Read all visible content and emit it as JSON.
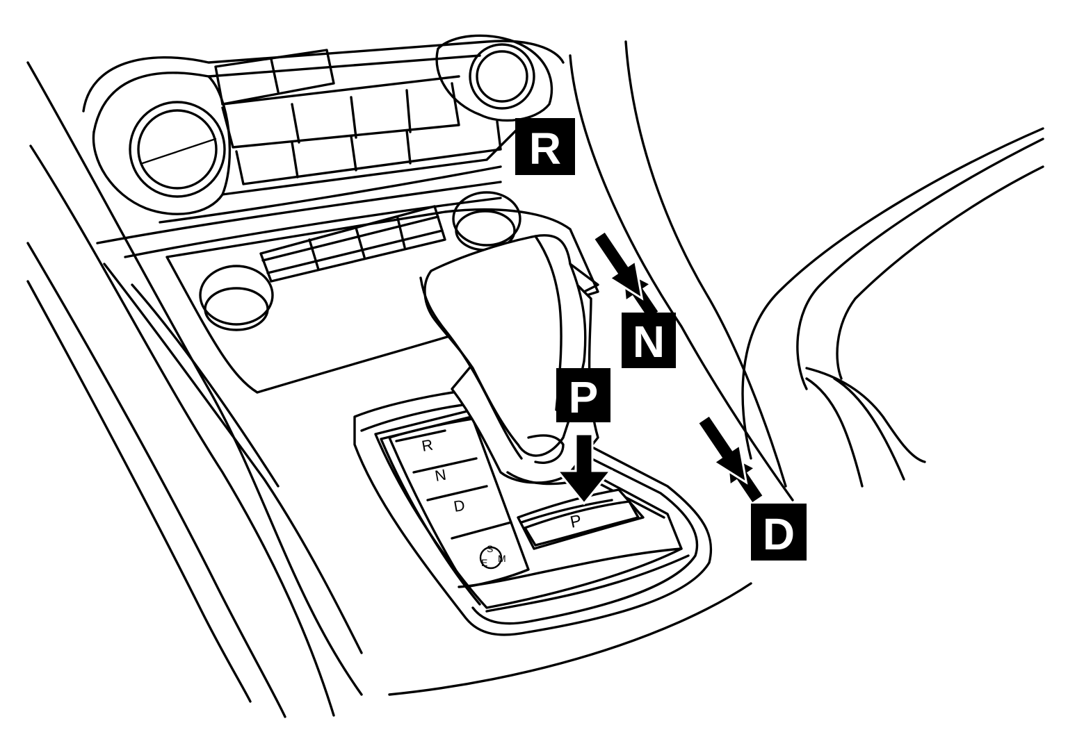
{
  "callouts": {
    "reverse": "R",
    "neutral": "N",
    "park": "P",
    "drive": "D"
  },
  "selector_panel": {
    "reverse": "R",
    "neutral": "N",
    "drive": "D",
    "mode_s": "S",
    "mode_e": "E",
    "mode_m": "M",
    "park_button": "P"
  }
}
